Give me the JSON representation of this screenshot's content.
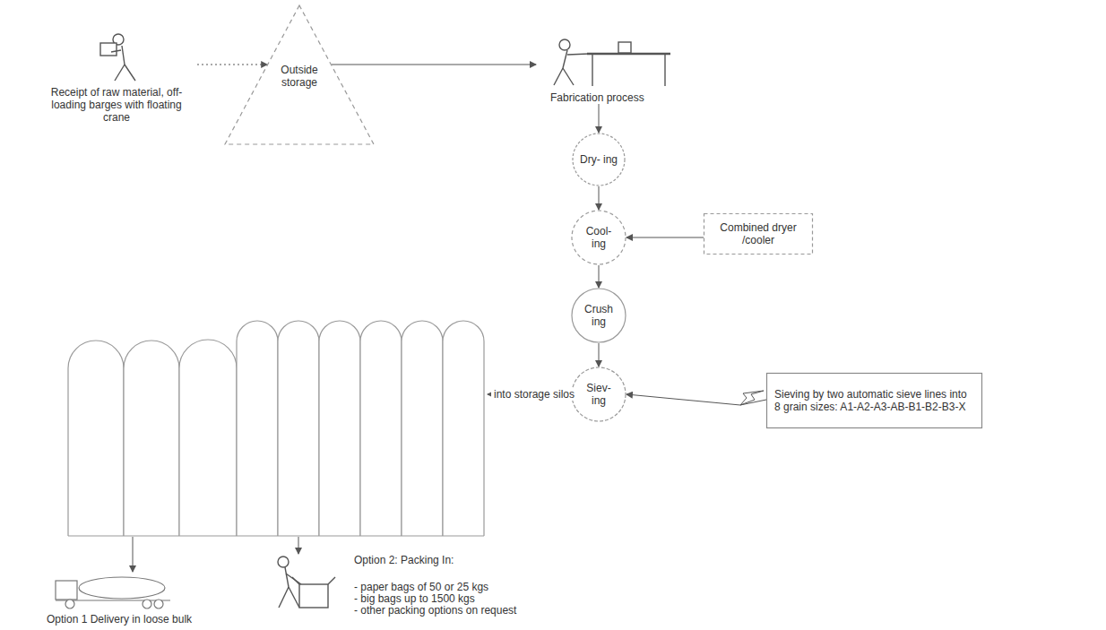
{
  "diagram": {
    "nodes": [
      {
        "text": [
          "Receipt of raw material, off-loading barges with floating crane"
        ]
      },
      {
        "text": [
          "Outside storage"
        ]
      },
      {
        "text": [
          "Fabrication process"
        ]
      },
      {
        "text": [
          "Dry- ing"
        ]
      },
      {
        "text": [
          "Combined dryer /cooler"
        ]
      },
      {
        "text": [
          "Cool- ing"
        ]
      },
      {
        "text": [
          "Crush ing"
        ]
      },
      {
        "text": [
          "Siev- ing"
        ]
      },
      {
        "text": [
          "Sieving by two automatic sieve lines into 8 grain sizes: A1-A2-A3-AB-B1-B2-B3-X"
        ]
      }
    ],
    "edges": [
      {
        "from": 0,
        "to": 1,
        "arrow": "to"
      },
      {
        "from": 1,
        "to": 2,
        "arrow": "to"
      },
      {
        "from": 2,
        "to": 3,
        "arrow": "to"
      },
      {
        "from": 3,
        "to": 5,
        "arrow": "to"
      },
      {
        "from": 5,
        "to": 6,
        "arrow": "to"
      },
      {
        "from": 6,
        "to": 7,
        "arrow": "to"
      },
      {
        "from": 4,
        "to": 5,
        "arrow": "to"
      },
      {
        "from": 8,
        "to": 7,
        "arrow": "to"
      }
    ],
    "labels": [
      "into storage silos",
      "Option 1 Delivery in loose bulk",
      "Option 2: Packing In:",
      "- paper bags of 50 or 25 kgs",
      "- big bags up to 1500 kgs",
      "- other packing options on request"
    ]
  }
}
